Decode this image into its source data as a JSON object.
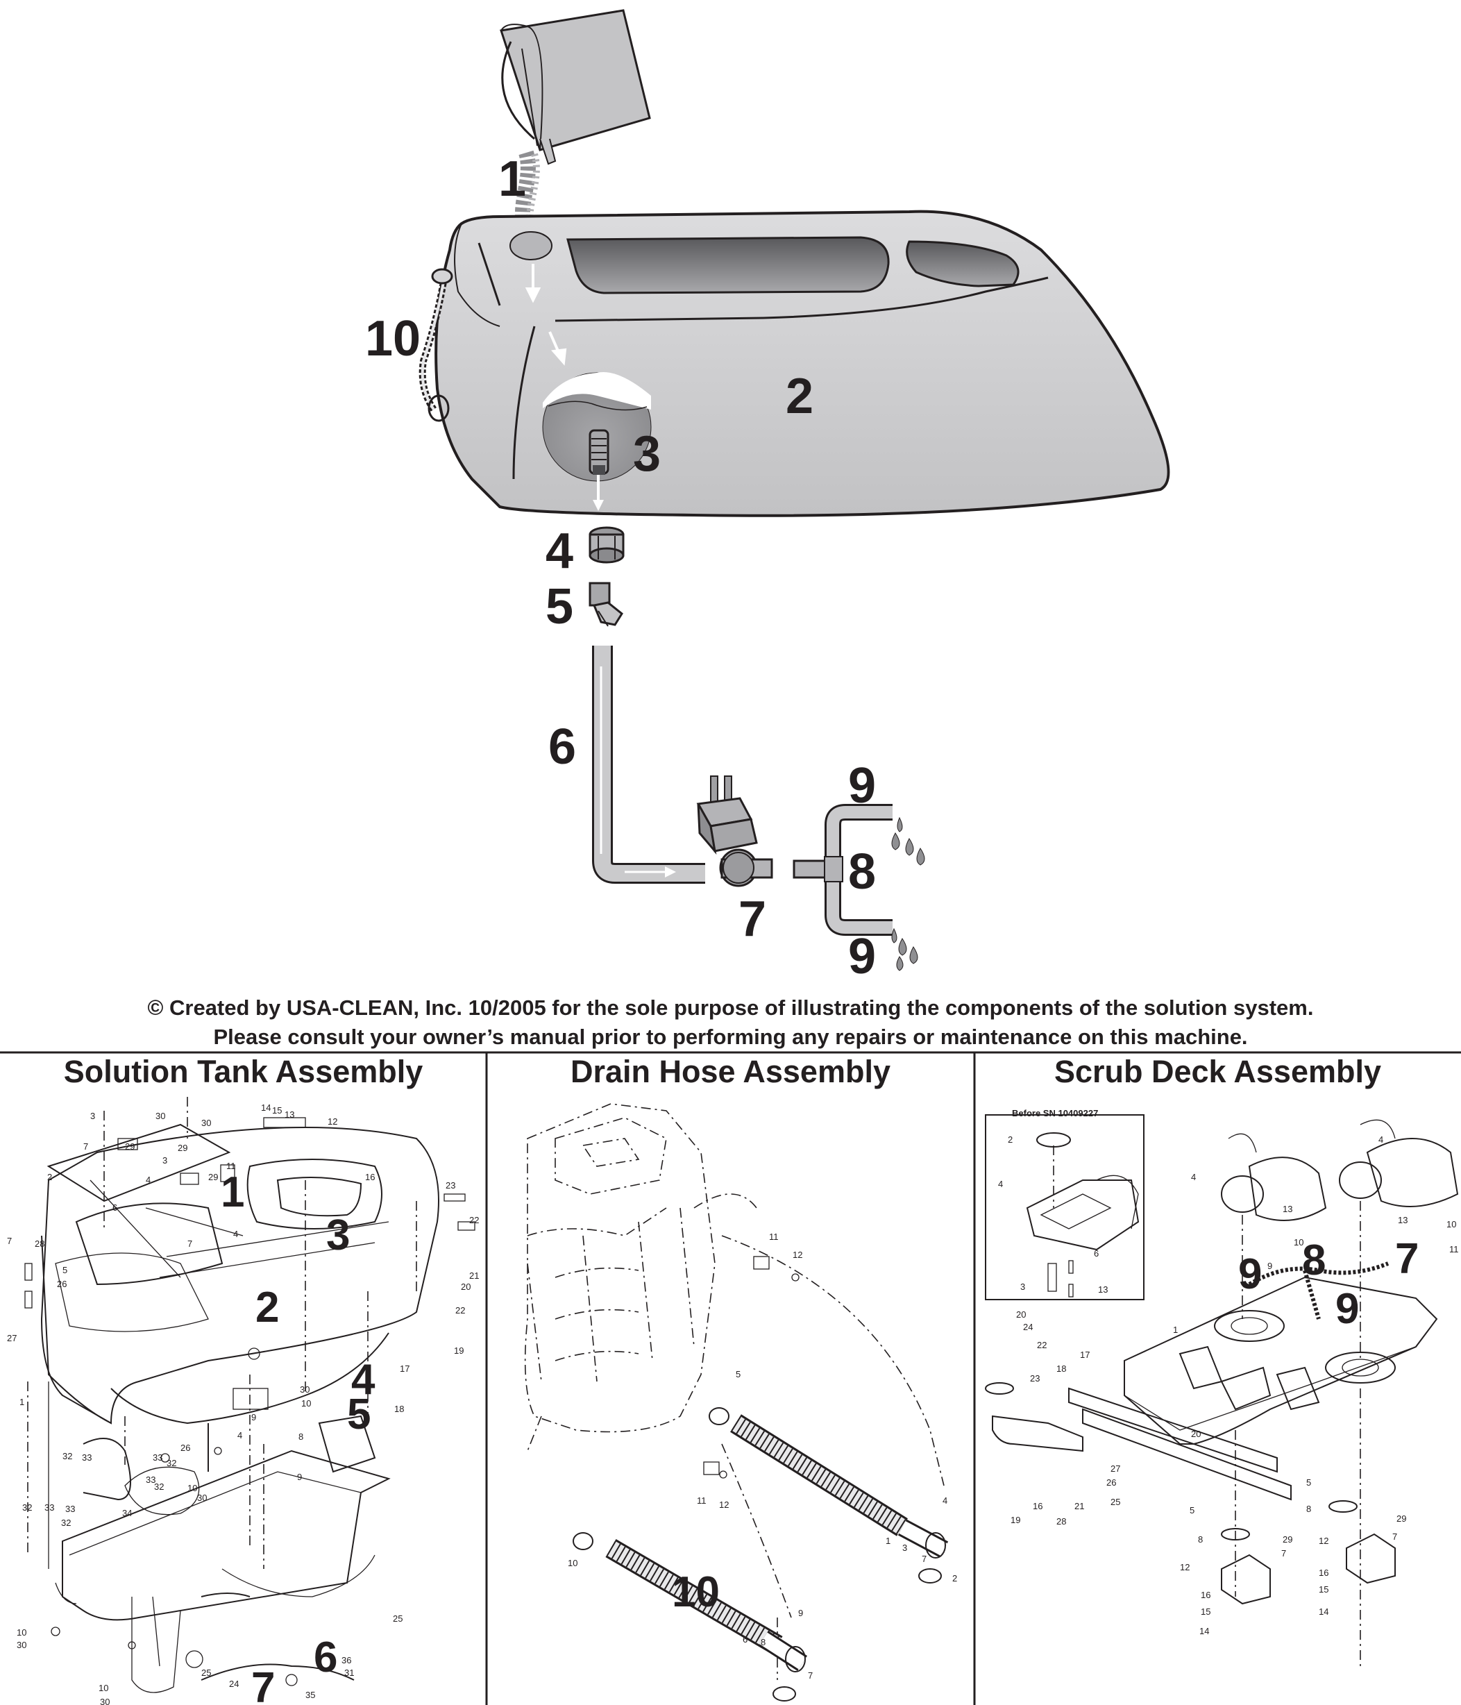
{
  "callouts": {
    "c1": "1",
    "c2": "2",
    "c3": "3",
    "c4": "4",
    "c5": "5",
    "c6": "6",
    "c7": "7",
    "c8": "8",
    "c9a": "9",
    "c9b": "9",
    "c10": "10"
  },
  "notice": {
    "line1": "© Created by USA-CLEAN, Inc. 10/2005 for the sole purpose of illustrating the components of the solution system.",
    "line2": "Please consult your owner’s manual prior to performing any repairs or maintenance on this machine."
  },
  "panels": {
    "solution_tank": {
      "title": "Solution Tank Assembly",
      "callouts": [
        "1",
        "2",
        "3",
        "4",
        "5",
        "6",
        "7"
      ]
    },
    "drain_hose": {
      "title": "Drain Hose Assembly",
      "callouts": [
        "10"
      ]
    },
    "scrub_deck": {
      "title": "Scrub Deck Assembly",
      "inset_label": "Before SN 10409227",
      "callouts": [
        "9",
        "8",
        "9",
        "7"
      ]
    }
  },
  "colors": {
    "ink": "#231f20",
    "tank_fill": "#cfcfd1",
    "window_fill": "#7d7d80",
    "bucket_fill": "#c4c4c6",
    "panel_bg": "#ffffff"
  }
}
